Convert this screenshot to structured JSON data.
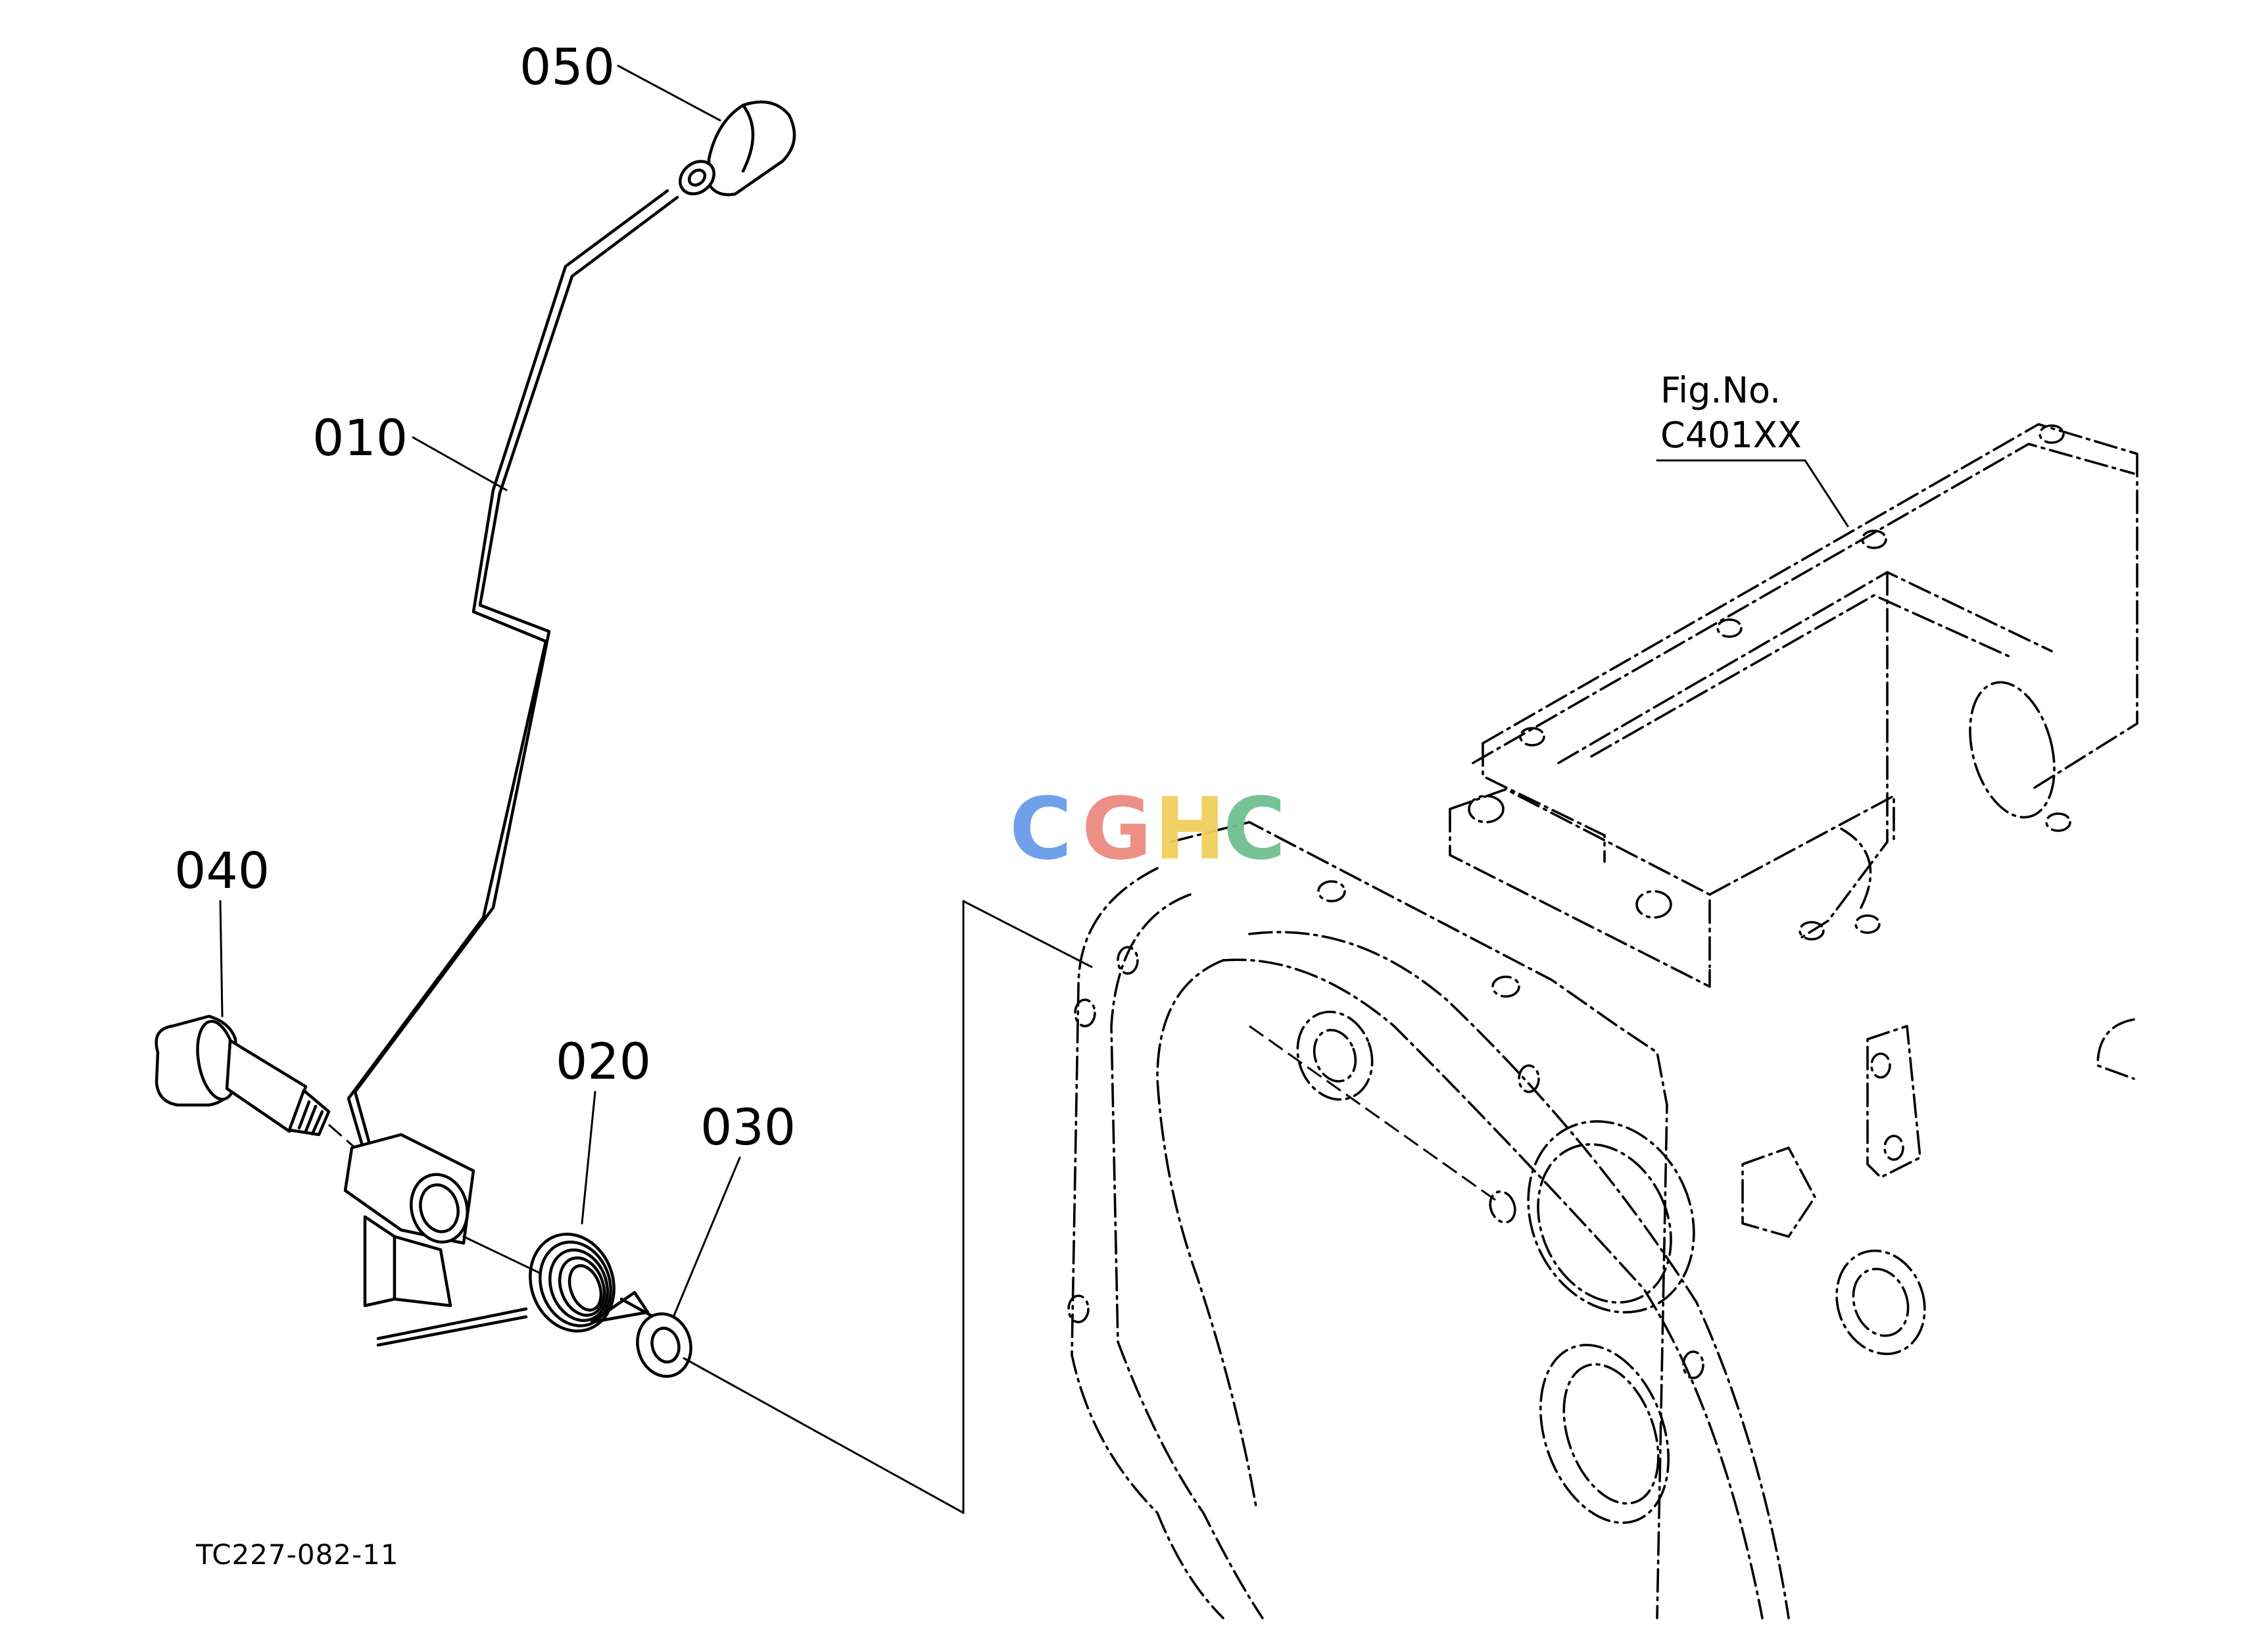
{
  "diagram": {
    "callouts": {
      "p050": "050",
      "p010": "010",
      "p040": "040",
      "p020": "020",
      "p030": "030"
    },
    "figure_reference": {
      "label": "Fig.No.",
      "code": "C401XX"
    },
    "drawing_code": "TC227-082-11",
    "watermark": {
      "letters": [
        "C",
        "G",
        "H",
        "C"
      ],
      "colors": [
        "#6a9bea",
        "#ec8a80",
        "#f2cf5c",
        "#6fbf8f"
      ]
    }
  }
}
